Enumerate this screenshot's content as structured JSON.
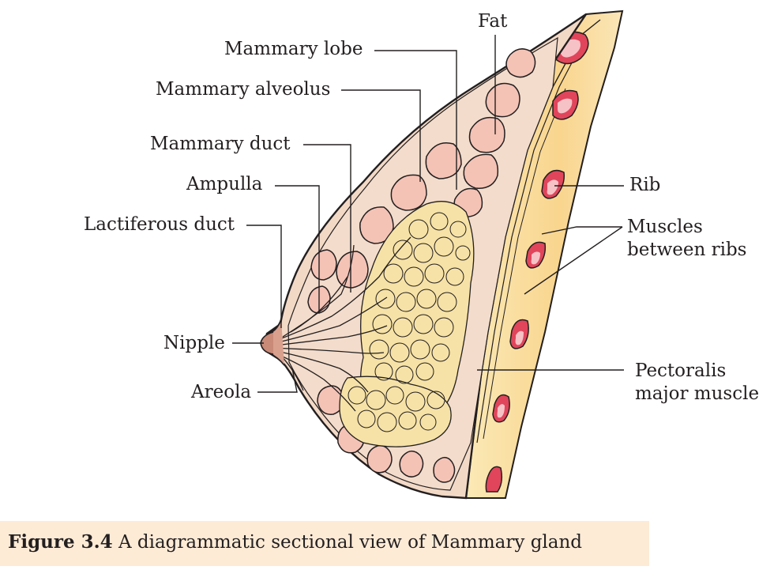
{
  "labels": {
    "fat": "Fat",
    "mammary_lobe": "Mammary lobe",
    "mammary_alveolus": "Mammary alveolus",
    "mammary_duct": "Mammary duct",
    "ampulla": "Ampulla",
    "lactiferous_duct": "Lactiferous duct",
    "nipple": "Nipple",
    "areola": "Areola",
    "rib": "Rib",
    "muscles_line1": "Muscles",
    "muscles_line2": "between ribs",
    "pectoralis_line1": "Pectoralis",
    "pectoralis_line2": "major muscle"
  },
  "caption": {
    "number": "Figure 3.4",
    "text": "A diagrammatic sectional view of Mammary gland"
  },
  "colors": {
    "outline": "#231f20",
    "skin_fill": "#f2d9c6",
    "fat_lobe": "#f4c3b6",
    "gland": "#f6e2a6",
    "muscle": "#f9d58e",
    "rib_outer": "#e0455b",
    "rib_inner": "#f6c2c6",
    "caption_bg": "#fdebd6"
  }
}
